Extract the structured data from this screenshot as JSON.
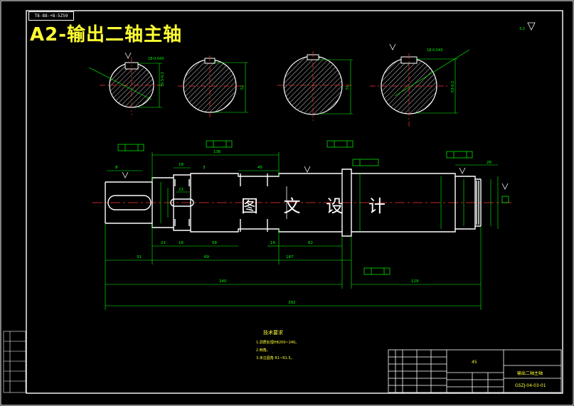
{
  "title": "A2-输出二轴主轴",
  "code_tag": "T8-88-+8-5Z59",
  "watermark": "图 文 设 计",
  "technical_requirements": {
    "heading": "技术要求",
    "lines": [
      "1.调质处理HB200~240。",
      "2.倒角。",
      "3.未注圆角 R1~R1.5。"
    ]
  },
  "title_block": {
    "part_name": "输出二轴主轴",
    "drawing_number": "GSZJ-04-03-01",
    "material": "45"
  },
  "surface_roughness": "3.2",
  "dimensions": {
    "overall_length": "392",
    "left_segment": "240",
    "right_segment": "129",
    "shoulder_a": "187",
    "shoulder_b": "69",
    "shoulder_c": "31",
    "len_22": "22",
    "len_16a": "16",
    "len_58": "58",
    "len_16b": "16",
    "len_62": "62",
    "top_136": "136",
    "top_45": "45",
    "top_3": "3",
    "top_18": "18",
    "top_22": "22",
    "top_26": "26",
    "left_8": "8",
    "section1_dia": "35.5-0.2",
    "section2_dia": "52",
    "section3_dia": "51",
    "section4_dia": "53-0.2",
    "sec1_key": "18-0.043",
    "sec4_key": "18-0.043"
  }
}
